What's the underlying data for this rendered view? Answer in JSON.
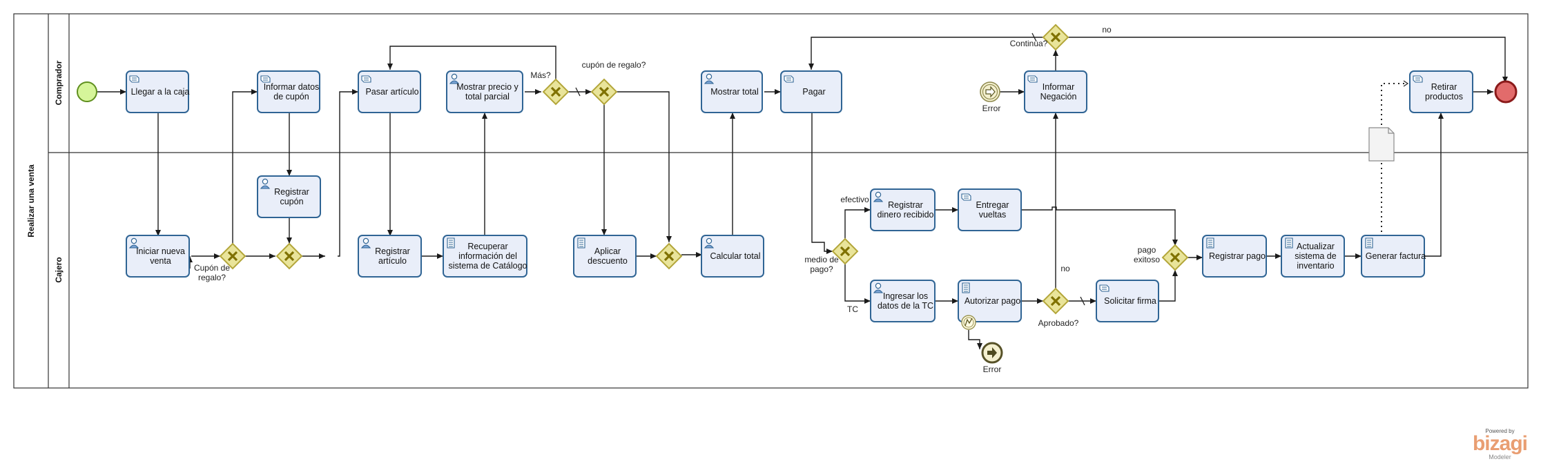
{
  "pool": {
    "label": "Realizar una venta"
  },
  "lanes": [
    {
      "label": "Comprador"
    },
    {
      "label": "Cajero"
    }
  ],
  "tasks": [
    {
      "id": "t_llegar",
      "lines": [
        "Llegar a la caja"
      ],
      "icon": "manual-task-icon"
    },
    {
      "id": "t_informar_cupon",
      "lines": [
        "Informar datos",
        "de cupón"
      ],
      "icon": "manual-task-icon"
    },
    {
      "id": "t_pasar",
      "lines": [
        "Pasar artículo"
      ],
      "icon": "manual-task-icon"
    },
    {
      "id": "t_mostrar_precio",
      "lines": [
        "Mostrar precio y",
        "total parcial"
      ],
      "icon": "user-task-icon"
    },
    {
      "id": "t_mostrar_total",
      "lines": [
        "Mostrar total"
      ],
      "icon": "user-task-icon"
    },
    {
      "id": "t_pagar",
      "lines": [
        "Pagar"
      ],
      "icon": "manual-task-icon"
    },
    {
      "id": "t_negacion",
      "lines": [
        "Informar",
        "Negación"
      ],
      "icon": "manual-task-icon"
    },
    {
      "id": "t_retirar",
      "lines": [
        "Retirar",
        "productos"
      ],
      "icon": "manual-task-icon"
    },
    {
      "id": "t_iniciar",
      "lines": [
        "Iniciar nueva",
        "venta"
      ],
      "icon": "user-task-icon"
    },
    {
      "id": "t_registrar_cupon",
      "lines": [
        "Registrar",
        "cupón"
      ],
      "icon": "user-task-icon"
    },
    {
      "id": "t_registrar_art",
      "lines": [
        "Registrar",
        "artículo"
      ],
      "icon": "user-task-icon"
    },
    {
      "id": "t_recuperar",
      "lines": [
        "Recuperar",
        "información del",
        "sistema de Catálogo"
      ],
      "icon": "script-task-icon"
    },
    {
      "id": "t_aplicar",
      "lines": [
        "Aplicar",
        "descuento"
      ],
      "icon": "script-task-icon"
    },
    {
      "id": "t_calcular",
      "lines": [
        "Calcular total"
      ],
      "icon": "user-task-icon"
    },
    {
      "id": "t_reg_dinero",
      "lines": [
        "Registrar",
        "dinero recibido"
      ],
      "icon": "user-task-icon"
    },
    {
      "id": "t_entregar",
      "lines": [
        "Entregar",
        "vueltas"
      ],
      "icon": "manual-task-icon"
    },
    {
      "id": "t_ingresar_tc",
      "lines": [
        "Ingresar los",
        "datos de la TC"
      ],
      "icon": "user-task-icon"
    },
    {
      "id": "t_autorizar",
      "lines": [
        "Autorizar pago"
      ],
      "icon": "script-task-icon"
    },
    {
      "id": "t_firma",
      "lines": [
        "Solicitar firma"
      ],
      "icon": "manual-task-icon"
    },
    {
      "id": "t_reg_pago",
      "lines": [
        "Registrar pago"
      ],
      "icon": "script-task-icon"
    },
    {
      "id": "t_actualizar",
      "lines": [
        "Actualizar",
        "sistema de",
        "inventario"
      ],
      "icon": "script-task-icon"
    },
    {
      "id": "t_factura",
      "lines": [
        "Generar factura"
      ],
      "icon": "script-task-icon"
    }
  ],
  "gateways": [
    {
      "id": "g_mas",
      "label": "Más?"
    },
    {
      "id": "g_cupon_regalo",
      "label": "cupón de regalo?"
    },
    {
      "id": "g_continua",
      "label": "Continua?"
    },
    {
      "id": "g_cupon",
      "label": "Cupón de regalo?"
    },
    {
      "id": "g_merge_cupon",
      "label": ""
    },
    {
      "id": "g_merge_desc",
      "label": ""
    },
    {
      "id": "g_medio",
      "label": "medio de pago?"
    },
    {
      "id": "g_aprobado",
      "label": "Aprobado?"
    },
    {
      "id": "g_pago_exitoso",
      "label": "pago exitoso"
    }
  ],
  "flow_labels": {
    "no_continua": "no",
    "efectivo": "efectivo",
    "tc": "TC",
    "no_aprobado": "no"
  },
  "events": {
    "error_start": "Error",
    "error_end": "Error"
  },
  "logo": {
    "powered": "Powered by",
    "name": "bizagi",
    "product": "Modeler"
  },
  "colors": {
    "task_fill": "#e9eef9",
    "task_stroke": "#2f6494",
    "gateway_fill": "#e9e49a",
    "start_event": "#d6f59a",
    "end_event": "#e26b6b"
  }
}
